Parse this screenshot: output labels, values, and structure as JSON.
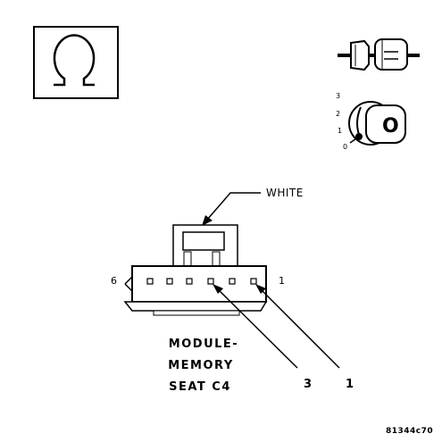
{
  "symbol": {
    "icon": "ohm-resistance-icon"
  },
  "ignition": {
    "icon": "ignition-key-icon",
    "positions": [
      "3",
      "2",
      "1",
      "0"
    ],
    "key_label": "O"
  },
  "connector": {
    "wire_color_label": "WHITE",
    "pin_left_label": "6",
    "pin_right_label": "1",
    "name_lines": [
      "MODULE-",
      "MEMORY",
      "SEAT C4"
    ],
    "probe_labels": [
      "3",
      "1"
    ]
  },
  "figure_code": "81344c70"
}
